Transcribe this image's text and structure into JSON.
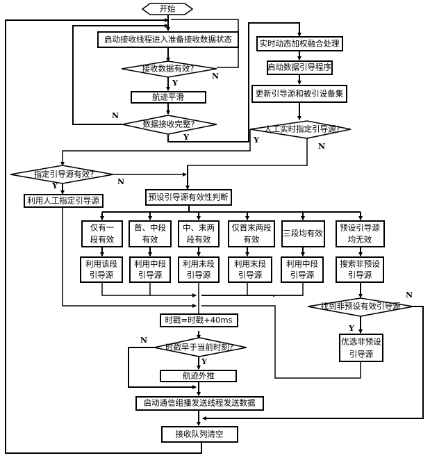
{
  "nodes": {
    "start": "开始",
    "recv_thread": "启动接收线程进入准备接收数据状态",
    "data_valid": "接收数据有效?",
    "track_smooth": "航迹平滑",
    "recv_complete": "数据接收完整?",
    "fusion": "实时动态加权融合处理",
    "guide_prog": "启动数据引导程序",
    "update_set": "更新引导源和被引设备集",
    "manual_q": "人工实时指定引导源?",
    "designated_valid": "指定引导源有效?",
    "use_manual": "利用人工指定引导源",
    "preset_judge": "预设引导源有效性判断",
    "case1": [
      "仅有一",
      "段有效"
    ],
    "case2": [
      "首、中段",
      "有效"
    ],
    "case3": [
      "中、末两",
      "段有效"
    ],
    "case4": [
      "仅首末两段",
      "有效"
    ],
    "case5": [
      "三段均有效"
    ],
    "case6": [
      "预设引导源",
      "均无效"
    ],
    "use1": [
      "利用该段",
      "引导源"
    ],
    "use2": [
      "利用中段",
      "引导源"
    ],
    "use3": [
      "利用末段",
      "引导源"
    ],
    "use4": [
      "利用末段",
      "引导源"
    ],
    "use5": [
      "利用中段",
      "引导源"
    ],
    "use6": [
      "搜索非预设",
      "引导源"
    ],
    "found_q": "找到非预设有效引导源",
    "select_nonpreset": [
      "优选非预设",
      "引导源"
    ],
    "time_add": "时戳=时戳+40ms",
    "time_q": "时戳早于当前时刻?",
    "extrapolate": "航迹外推",
    "send_thread": "启动通信组播发送线程发送数据",
    "clear_queue": "接收队列清空"
  },
  "labels": {
    "yes": "Y",
    "no": "N"
  }
}
